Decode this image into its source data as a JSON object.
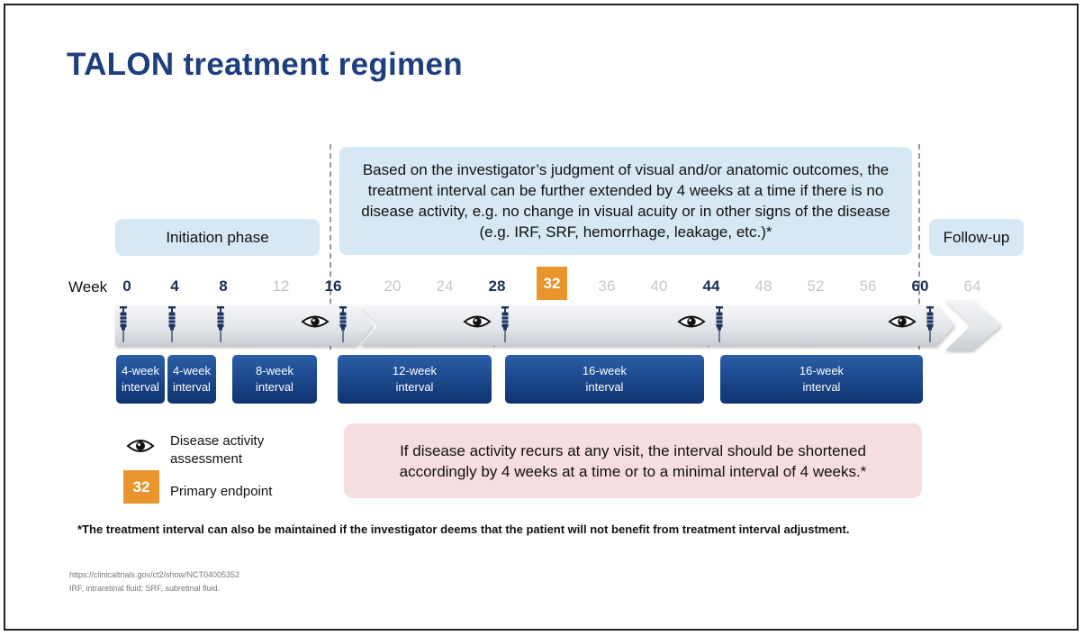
{
  "title": "TALON treatment regimen",
  "phases": {
    "initiation": "Initiation phase",
    "extension": "Based on the investigator’s judgment of visual and/or anatomic outcomes, the treatment interval can be further extended by 4 weeks at a time if there is no disease activity, e.g. no change in visual acuity or in other signs of the disease  (e.g. IRF, SRF, hemorrhage, leakage, etc.)*",
    "followup": "Follow-up"
  },
  "week_label": "Week",
  "weeks": [
    {
      "label": "0",
      "style": "dark"
    },
    {
      "label": "4",
      "style": "dark"
    },
    {
      "label": "8",
      "style": "dark"
    },
    {
      "label": "12",
      "style": "light"
    },
    {
      "label": "16",
      "style": "dark"
    },
    {
      "label": "20",
      "style": "light"
    },
    {
      "label": "24",
      "style": "light"
    },
    {
      "label": "28",
      "style": "dark"
    },
    {
      "label": "32",
      "style": "highlight"
    },
    {
      "label": "36",
      "style": "light"
    },
    {
      "label": "40",
      "style": "light"
    },
    {
      "label": "44",
      "style": "dark"
    },
    {
      "label": "48",
      "style": "light"
    },
    {
      "label": "52",
      "style": "light"
    },
    {
      "label": "56",
      "style": "light"
    },
    {
      "label": "60",
      "style": "dark"
    },
    {
      "label": "64",
      "style": "light"
    }
  ],
  "intervals": [
    {
      "line1": "4-week",
      "line2": "interval"
    },
    {
      "line1": "4-week",
      "line2": "interval"
    },
    {
      "line1": "8-week",
      "line2": "interval"
    },
    {
      "line1": "12-week",
      "line2": "interval"
    },
    {
      "line1": "16-week",
      "line2": "interval"
    },
    {
      "line1": "16-week",
      "line2": "interval"
    }
  ],
  "legend": {
    "eye_text": "Disease activity assessment",
    "endpoint_number": "32",
    "endpoint_text": "Primary endpoint"
  },
  "recurrence_note": "If disease activity recurs at any visit, the interval should be shortened accordingly by 4 weeks at a time or to a minimal interval of 4 weeks.*",
  "footnote": "*The treatment interval can also be maintained if the investigator deems that the patient will not benefit from treatment interval adjustment.",
  "source": "https://clinicaltrials.gov/ct2/show/NCT04005352",
  "abbreviations": "IRF, intraretinal fluid; SRF, subretinal fluid.",
  "colors": {
    "title": "#1d3f7e",
    "phase_box": "#d6e8f4",
    "interval_box": "#1d4a90",
    "endpoint": "#e8952d",
    "recurrence_box": "#f6dde0",
    "syringe": "#1d3560"
  },
  "icons": [
    "syringe-icon",
    "eye-icon"
  ]
}
